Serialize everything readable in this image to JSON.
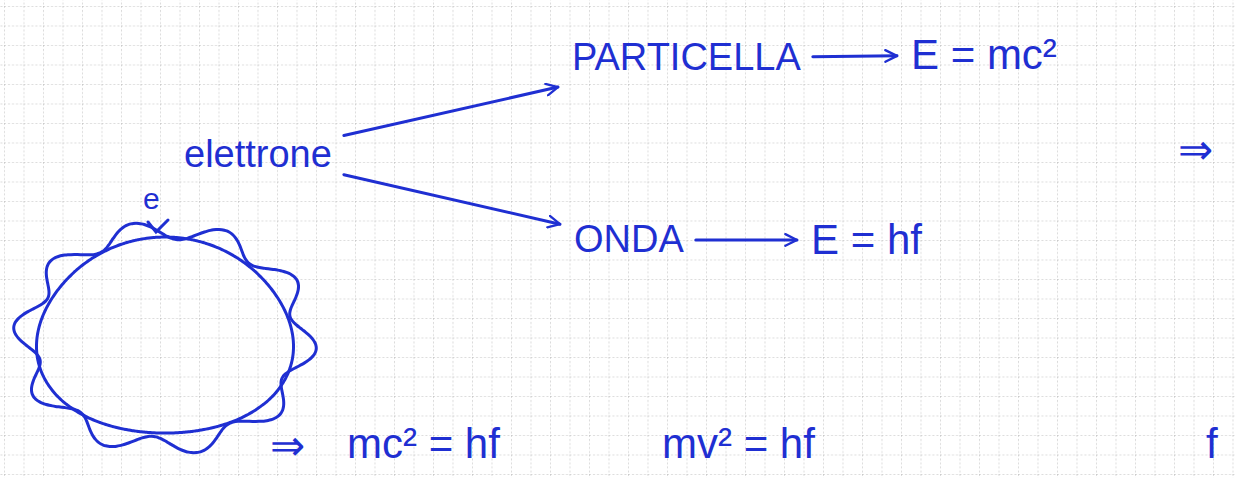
{
  "diagram": {
    "nodes": [
      {
        "text": [
          "elettrone"
        ]
      },
      {
        "text": [
          "PARTICELLA"
        ]
      },
      {
        "text": [
          "E = mc²"
        ]
      },
      {
        "text": [
          "ONDA"
        ]
      },
      {
        "text": [
          "E = hf"
        ]
      }
    ],
    "edges": [
      {
        "from": 0,
        "to": 1,
        "arrow": "to"
      },
      {
        "from": 0,
        "to": 3,
        "arrow": "to"
      },
      {
        "from": 1,
        "to": 2,
        "arrow": "to"
      },
      {
        "from": 3,
        "to": 4,
        "arrow": "to"
      }
    ],
    "labels": [
      "e",
      "⇒",
      "⇒",
      "mc² = hf",
      "mv² = hf",
      "f"
    ]
  }
}
